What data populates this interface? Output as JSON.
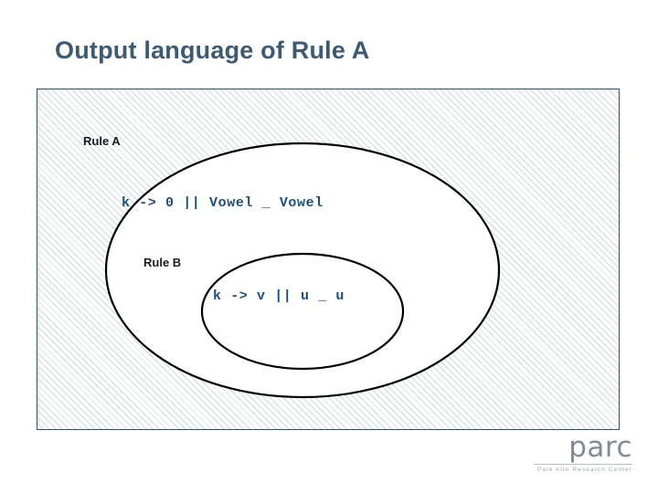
{
  "slide": {
    "title": "Output language of Rule A"
  },
  "diagram": {
    "outer": {
      "label": "Rule A",
      "code": "k -> 0 || Vowel _ Vowel"
    },
    "inner": {
      "label": "Rule B",
      "code": "k -> v || u _ u"
    },
    "colors": {
      "code_color": "#1f4e79",
      "border_color": "#2f4f6f",
      "title_color": "#3d5a73",
      "hatch_color": "#cfd9e4"
    }
  },
  "logo": {
    "wordmark": "parc",
    "tagline": "Palo Alto Research Center"
  }
}
